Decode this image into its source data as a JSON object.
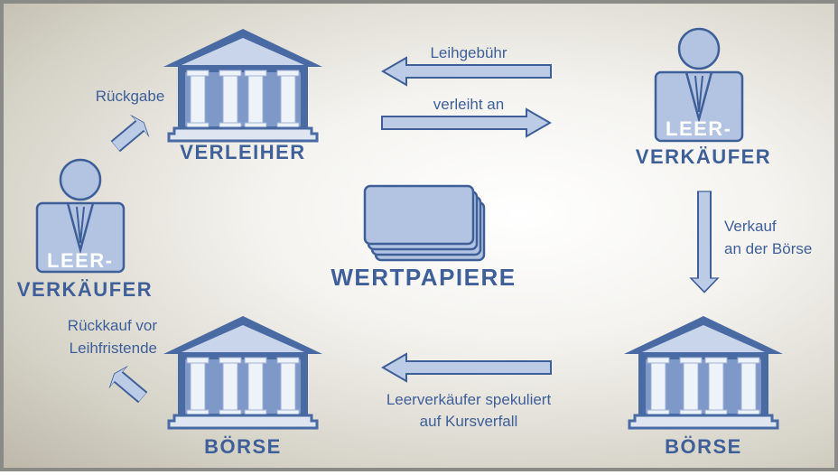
{
  "colors": {
    "dark_blue": "#3f5f99",
    "light_blue": "#a9bde0",
    "column": "#e8edf6"
  },
  "nodes": {
    "lender": "Verleiher",
    "short_seller_right": {
      "line1": "Leer-",
      "line2": "Verkäufer"
    },
    "short_seller_left": {
      "line1": "Leer-",
      "line2": "Verkäufer"
    },
    "exchange_left": "Börse",
    "exchange_right": "Börse",
    "securities": "Wertpapiere"
  },
  "edges": {
    "fee": "Leihgebühr",
    "lends": "verleiht an",
    "sale_line1": "Verkauf",
    "sale_line2": "an der Börse",
    "speculates_line1": "Leerverkäufer spekuliert",
    "speculates_line2": "auf Kursverfall",
    "return": "Rückgabe",
    "buyback_line1": "Rückkauf vor",
    "buyback_line2": "Leihfristende"
  }
}
